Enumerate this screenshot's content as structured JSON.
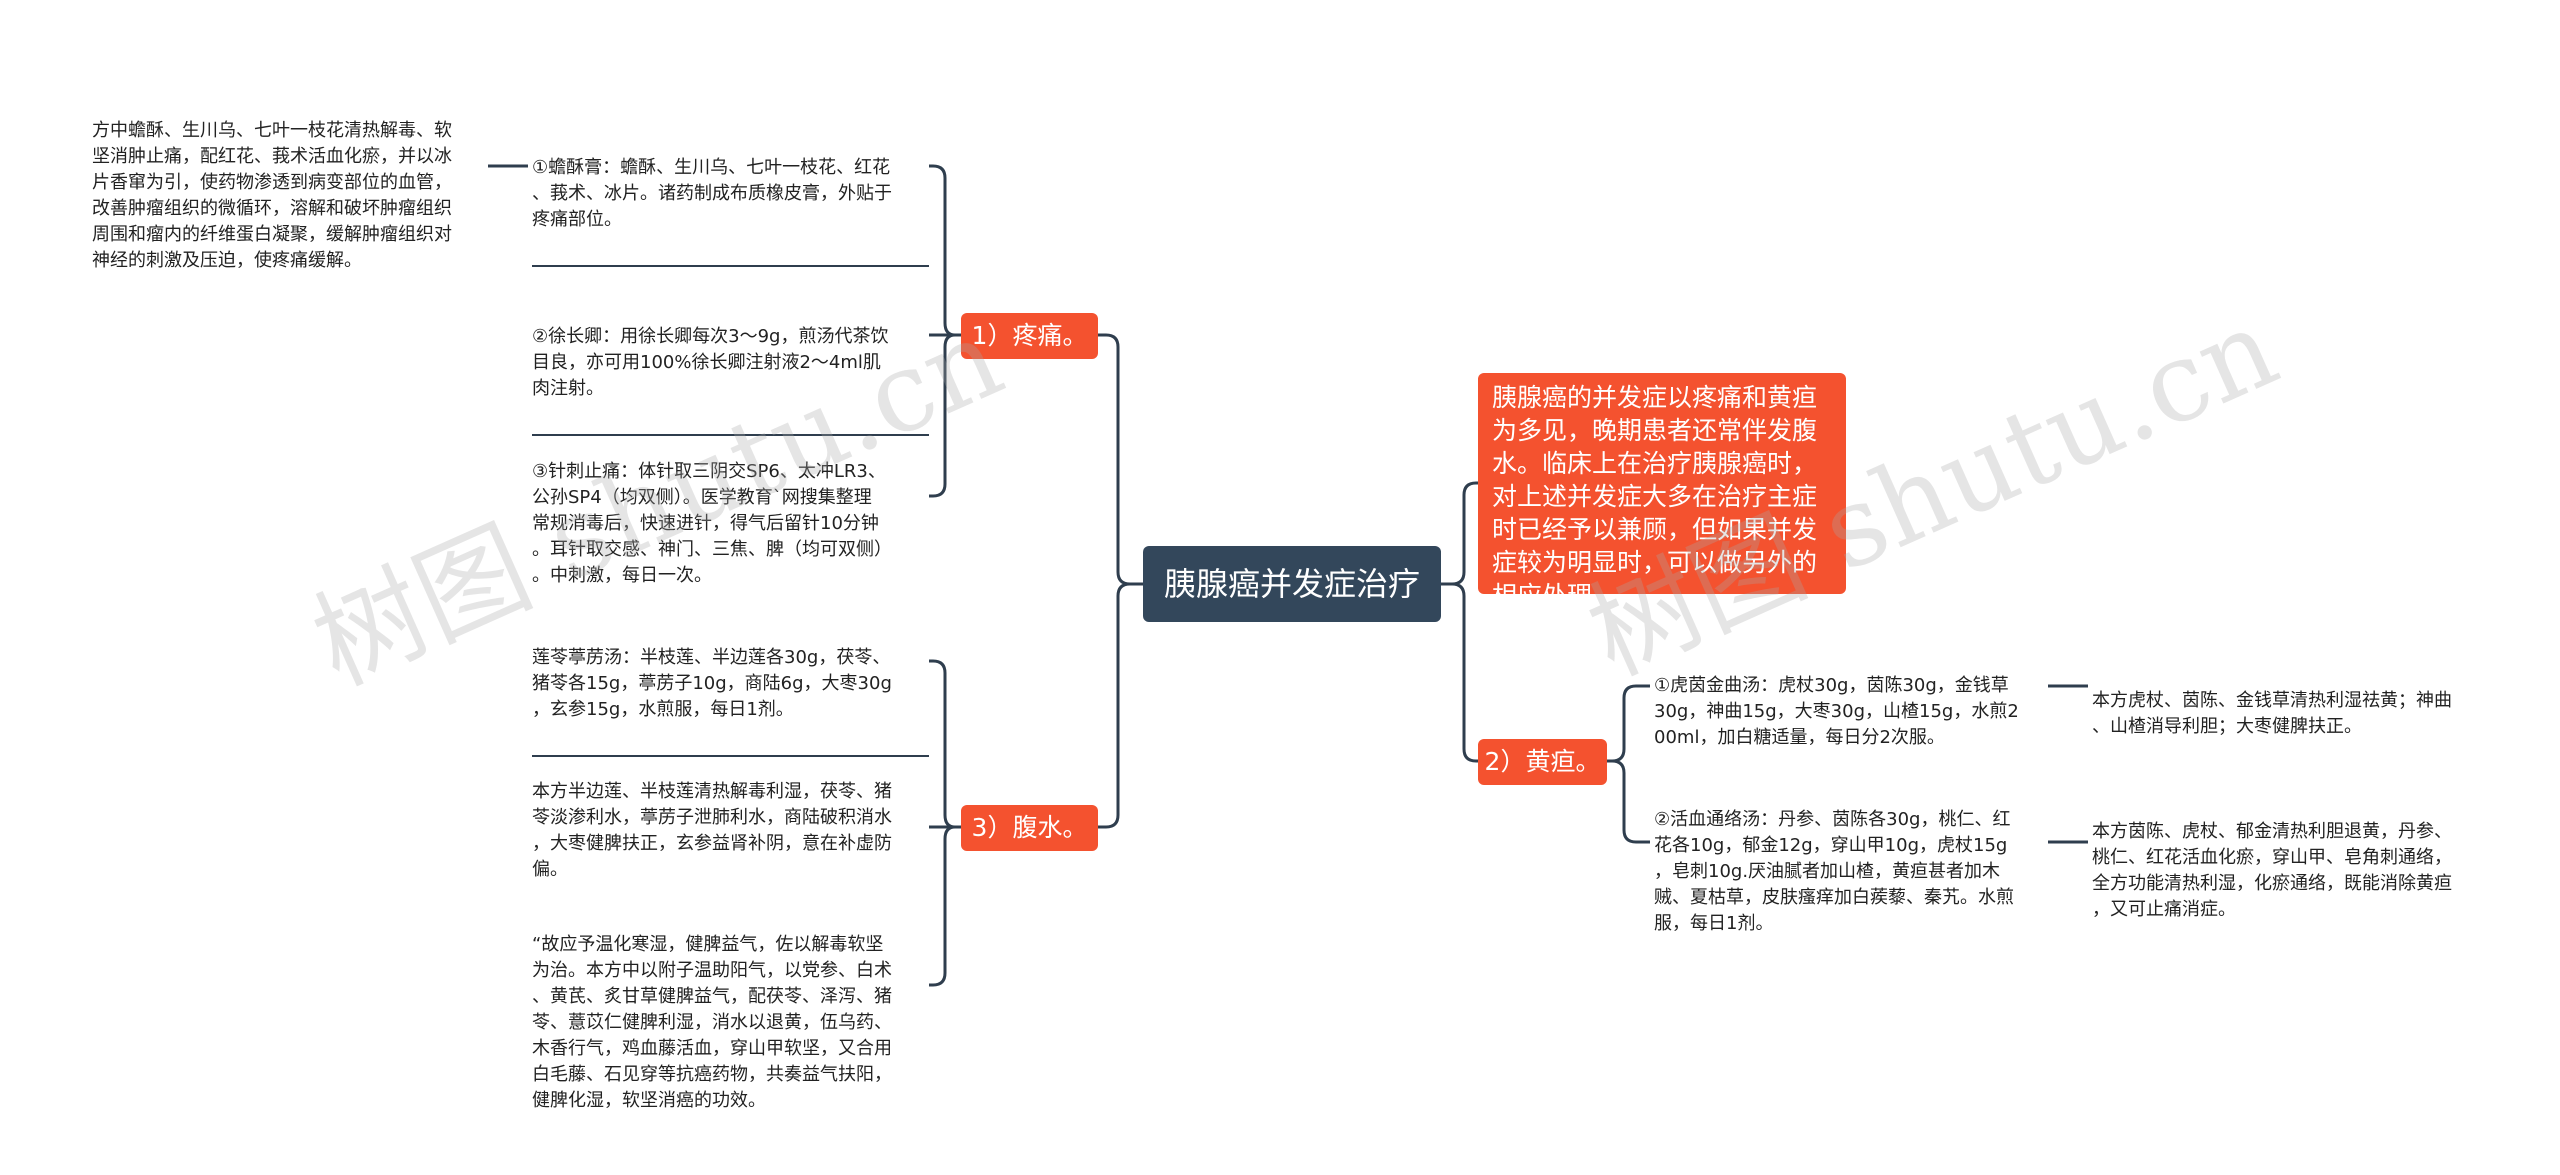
{
  "root": {
    "title": "胰腺癌并发症治疗"
  },
  "summary": "胰腺癌的并发症以疼痛和黄疸为多见，晚期患者还常伴发腹水。临床上在治疗胰腺癌时，对上述并发症大多在治疗主症时已经予以兼顾，但如果并发症较为明显时，可以做另外的相应处理。",
  "pain": {
    "label": "1）疼痛。",
    "leaf1": "①蟾酥膏：蟾酥、生川乌、七叶一枝花、红花\n、莪术、冰片。诸药制成布质橡皮膏，外贴于\n疼痛部位。",
    "leaf1_note": "方中蟾酥、生川乌、七叶一枝花清热解毒、软\n坚消肿止痛，配红花、莪术活血化瘀，并以冰\n片香窜为引，使药物渗透到病变部位的血管，\n改善肿瘤组织的微循环，溶解和破坏肿瘤组织\n周围和瘤内的纤维蛋白凝聚，缓解肿瘤组织对\n神经的刺激及压迫，使疼痛缓解。",
    "leaf2": "②徐长卿：用徐长卿每次3～9g，煎汤代茶饮\n目良，亦可用100%徐长卿注射液2～4ml肌\n肉注射。",
    "leaf3": "③针刺止痛：体针取三阴交SP6、太冲LR3、\n公孙SP4（均双侧）。医学教育`网搜集整理\n常规消毒后，快速进针，得气后留针10分钟\n。耳针取交感、神门、三焦、脾（均可双侧）\n。中刺激，每日一次。"
  },
  "ascites": {
    "label": "3）腹水。",
    "leaf1": "莲苓葶苈汤：半枝莲、半边莲各30g，茯苓、\n猪苓各15g，葶苈子10g，商陆6g，大枣30g\n，玄参15g，水煎服，每日1剂。",
    "leaf2": "本方半边莲、半枝莲清热解毒利湿，茯苓、猪\n苓淡渗利水，葶苈子泄肺利水，商陆破积消水\n，大枣健脾扶正，玄参益肾补阴，意在补虚防\n偏。",
    "leaf3": "“故应予温化寒湿，健脾益气，佐以解毒软坚\n为治。本方中以附子温助阳气，以党参、白术\n、黄芪、炙甘草健脾益气，配茯苓、泽泻、猪\n苓、薏苡仁健脾利湿，消水以退黄，伍乌药、\n木香行气，鸡血藤活血，穿山甲软坚，又合用\n白毛藤、石见穿等抗癌药物，共奏益气扶阳，\n健脾化湿，软坚消癌的功效。"
  },
  "jaundice": {
    "label": "2）黄疸。",
    "leaf1": "①虎茵金曲汤：虎杖30g，茵陈30g，金钱草\n30g，神曲15g，大枣30g，山楂15g，水煎2\n00ml，加白糖适量，每日分2次服。",
    "leaf1_note": "本方虎杖、茵陈、金钱草清热利湿祛黄；神曲\n、山楂消导利胆；大枣健脾扶正。",
    "leaf2": "②活血通络汤：丹参、茵陈各30g，桃仁、红\n花各10g，郁金12g，穿山甲10g，虎杖15g\n，皂刺10g.厌油腻者加山楂，黄疸甚者加木\n贼、夏枯草，皮肤瘙痒加白蒺藜、秦艽。水煎\n服，每日1剂。",
    "leaf2_note": "本方茵陈、虎杖、郁金清热利胆退黄，丹参、\n桃仁、红花活血化瘀，穿山甲、皂角刺通络，\n全方功能清热利湿，化瘀通络，既能消除黄疸\n，又可止痛消症。"
  },
  "watermarks": [
    "树图 shutu.cn",
    "树图 shutu.cn"
  ],
  "colors": {
    "root": "#33475b",
    "branch": "#f4522f",
    "line": "#2f3e4e",
    "text": "#222222"
  }
}
